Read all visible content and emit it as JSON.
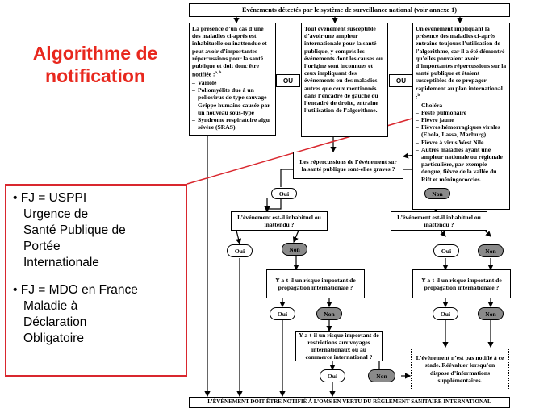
{
  "title": "Algorithme de notification",
  "notes": [
    {
      "lines": [
        "• FJ = USPPI",
        "Urgence de",
        "Santé Publique de",
        "Portée",
        "Internationale"
      ]
    },
    {
      "lines": [
        "• FJ = MDO en France",
        "Maladie à",
        "Déclaration",
        "Obligatoire"
      ]
    }
  ],
  "flow": {
    "top": "Evénements détectés par le système de surveillance national (voir annexe 1)",
    "left_box": {
      "text": "La présence d’un cas d’une des maladies ci-après est inhabituelle ou inattendue et peut avoir d’importantes répercussions pour la santé publique et doit donc être notifiée :",
      "sup": "a, b",
      "items": [
        "Variole",
        "Poliomyélite due à un poliovirus de type sauvage",
        "Grippe humaine causée par un nouveau sous-type",
        "Syndrome respiratoire aigu sévère (SRAS)."
      ]
    },
    "mid_box": "Tout événement susceptible d’avoir une ampleur internationale pour la santé publique, y compris les événements dont les causes ou l’origine sont inconnues et ceux impliquant des événements ou des maladies autres que ceux mentionnés dans l’encadré de gauche ou l’encadré de droite, entraine l’utilisation de l’algorithme.",
    "right_box": {
      "text": "Un événement impliquant la présence des maladies ci-après entraine toujours l’utilisation de l’algorithme, car il a été démontré qu’elles pouvaient avoir d’importantes répercussions sur la santé publique et étaient susceptibles de se propager rapidement au plan international :",
      "sup": "b",
      "items": [
        "Choléra",
        "Peste pulmonaire",
        "Fièvre jaune",
        "Fièvres hémorragiques virales (Ebola, Lassa, Marburg)",
        "Fièvre à virus West Nile",
        "Autres maladies ayant une ampleur nationale ou régionale particulière, par exemple dengue, fièvre de la vallée du Rift et méningococcies."
      ]
    },
    "ou": "OU",
    "q_impact": "Les répercussions de l’événement sur la santé publique sont-elles graves ?",
    "q_unusual": "L’événement est-il inhabituel ou inattendu ?",
    "q_spread": "Y a-t-il un risque important de propagation internationale ?",
    "q_restrict": "Y a-t-il un risque important de restrictions aux voyages internationaux ou au commerce international ?",
    "not_notified": "L’événement n’est pas notifié à ce stade. Réévaluer lorsqu’on dispose d’informations supplémentaires.",
    "yes": "Oui",
    "no": "Non",
    "bottom": "L’ÉVÉNEMENT DOIT ÊTRE NOTIFIÉ À L’OMS EN VERTU DU RÈGLEMENT SANITAIRE INTERNATIONAL"
  },
  "colors": {
    "title": "#e8281e",
    "highlight": "#d9272e",
    "no_pill": "#8a8a8a"
  }
}
